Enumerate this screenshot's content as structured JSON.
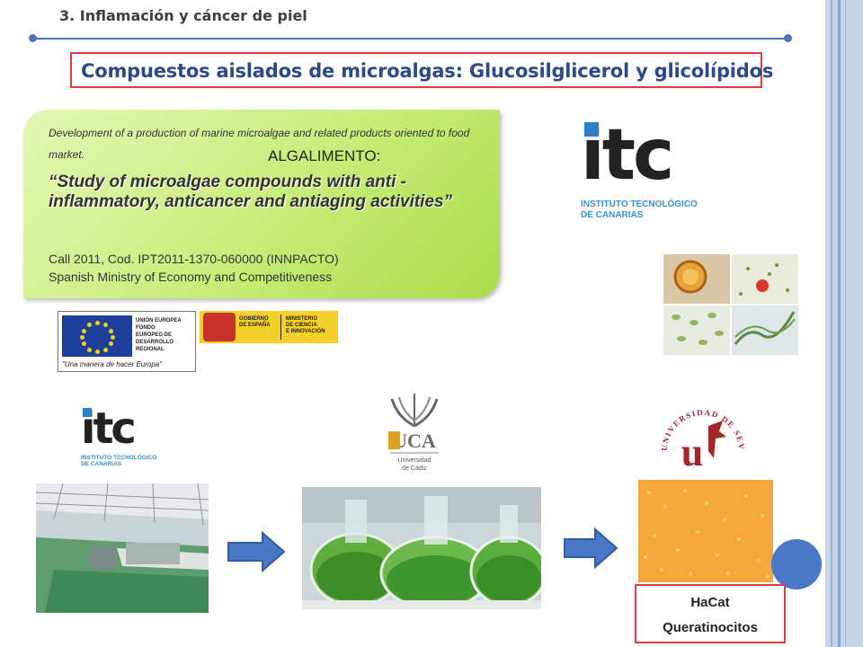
{
  "header": {
    "section_title": "3. Inflamación y cáncer de piel",
    "slide_title": "Compuestos aislados de microalgas: Glucosilglicerol y glicolípidos"
  },
  "project_box": {
    "description": "Development of a production of marine microalgae and related products oriented to food market.",
    "project_name": "ALGALIMENTO:",
    "study_title": "“Study of microalgae compounds with anti - inflammatory, anticancer and antiaging activities”",
    "call_line": "Call 2011, Cod. IPT2011-1370-060000 (INNPACTO)",
    "ministry_line": "Spanish Ministry of Economy and Competitiveness"
  },
  "logos": {
    "itc_word": "itc",
    "itc_line1": "INSTITUTO TECNOLÓGICO",
    "itc_line2": "DE CANARIAS",
    "eu_lines": [
      "UNIÓN EUROPEA",
      "FONDO",
      "EUROPEO DE",
      "DESARROLLO",
      "REGIONAL"
    ],
    "eu_motto": "\"Una manera de hacer Europa\"",
    "spain_gov": [
      "GOBIERNO",
      "DE ESPAÑA"
    ],
    "spain_ministry": [
      "MINISTERIO",
      "DE CIENCIA",
      "E INNOVACIÓN"
    ],
    "uca_name": "UCA",
    "uca_sub1": "Universidad",
    "uca_sub2": "de Cádiz",
    "sevilla_ring": "UNIVERSIDAD DE SEVILLA",
    "sevilla_letter": "u"
  },
  "cell_label": {
    "line1": "HaCat",
    "line2": "Queratinocitos"
  },
  "colors": {
    "accent_blue": "#4a74b8",
    "title_red_border": "#e03d3d",
    "title_text_blue": "#2a4a8a",
    "green_box": "#c8ec78",
    "itc_blue": "#2f7fc6",
    "sevilla_red": "#a6252a"
  }
}
